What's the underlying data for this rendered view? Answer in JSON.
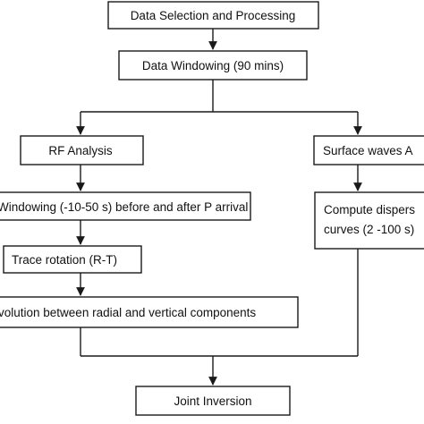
{
  "nodes": {
    "data_selection": "Data Selection and Processing",
    "data_windowing": "Data Windowing (90 mins)",
    "rf_analysis": "RF Analysis",
    "surface_waves": "Surface waves A",
    "windowing_p": "Windowing (-10-50 s) before and after P arrival",
    "trace_rotation": "Trace rotation (R-T)",
    "deconvolution": "volution between radial and vertical components",
    "compute_dispersion_line1": "Compute dispers",
    "compute_dispersion_line2": "curves (2 -100 s)",
    "joint_inversion": "Joint Inversion"
  },
  "colors": {
    "stroke": "#1a1a1a",
    "text": "#111111",
    "background": "#ffffff"
  }
}
